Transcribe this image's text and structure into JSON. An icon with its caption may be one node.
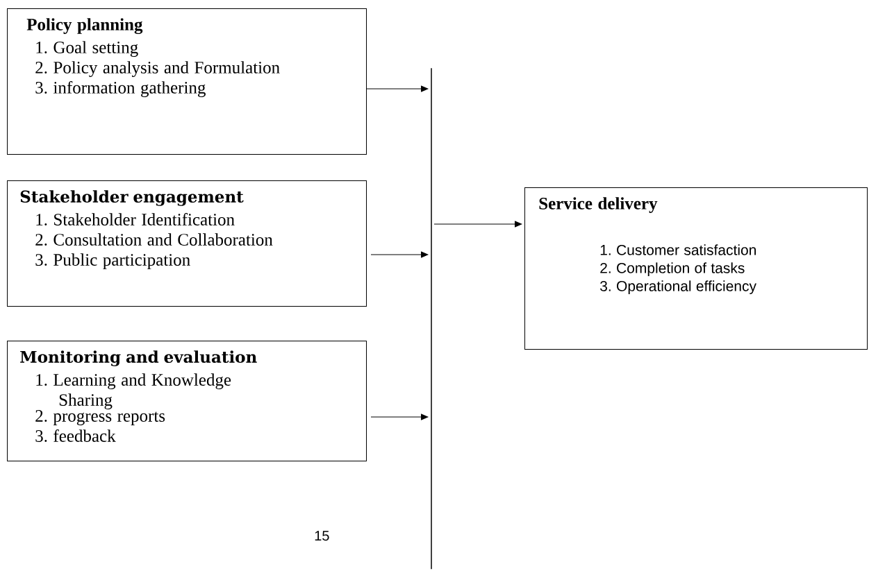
{
  "diagram": {
    "nodes": [
      {
        "text": [
          "Policy planning",
          "1. Goal setting",
          "2. Policy analysis and Formulation",
          "3. information gathering"
        ]
      },
      {
        "text": [
          "Stakeholder engagement",
          "1. Stakeholder Identification",
          "2. Consultation and Collaboration",
          "3. Public participation"
        ]
      },
      {
        "text": [
          "Monitoring and evaluation",
          "1. Learning and Knowledge Sharing",
          "2. progress reports",
          "3. feedback"
        ]
      },
      {
        "text": [
          "Service delivery",
          "1. Customer satisfaction",
          "2. Completion of tasks",
          "3. Operational efficiency"
        ]
      },
      {
        "text": [],
        "shape": "bar"
      }
    ],
    "edges": [
      {
        "from": 0,
        "to": 4,
        "arrow": "to"
      },
      {
        "from": 1,
        "to": 4,
        "arrow": "to"
      },
      {
        "from": 2,
        "to": 4,
        "arrow": "to"
      },
      {
        "from": 4,
        "to": 3,
        "arrow": "to"
      }
    ],
    "labels": [
      "15"
    ]
  }
}
